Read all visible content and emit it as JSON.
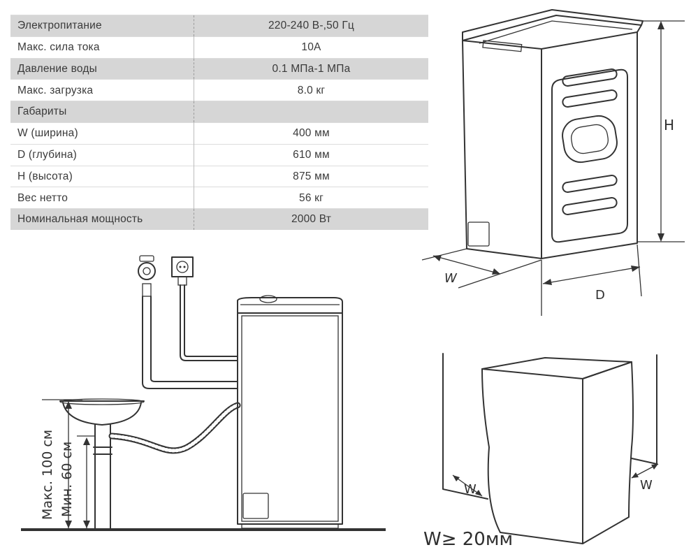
{
  "specs": {
    "rows": [
      {
        "label": "Электропитание",
        "value": "220-240 В-,50 Гц",
        "shaded": true
      },
      {
        "label": "Макс. сила тока",
        "value": "10А",
        "shaded": false
      },
      {
        "label": "Давление воды",
        "value": "0.1 МПа-1 МПа",
        "shaded": true
      },
      {
        "label": "Макс. загрузка",
        "value": "8.0 кг",
        "shaded": false
      },
      {
        "label": "Габариты",
        "value": "",
        "shaded": true
      },
      {
        "label": "W (ширина)",
        "value": "400 мм",
        "shaded": false
      },
      {
        "label": "D (глубина)",
        "value": "610 мм",
        "shaded": false
      },
      {
        "label": "H (высота)",
        "value": "875 мм",
        "shaded": false
      },
      {
        "label": "Вес нетто",
        "value": "56 кг",
        "shaded": false
      },
      {
        "label": "Номинальная мощность",
        "value": "2000 Вт",
        "shaded": true
      }
    ]
  },
  "dimensions": {
    "h_label": "H",
    "w_label": "W",
    "d_label": "D"
  },
  "clearance": {
    "w_left": "W",
    "w_right": "W",
    "rule": "W≥ 20мм"
  },
  "installation": {
    "max_height_label": "Макс. 100 см",
    "min_height_label": "Мин. 60 см"
  },
  "colors": {
    "table_shade": "#d6d6d6",
    "line": "#333333"
  }
}
